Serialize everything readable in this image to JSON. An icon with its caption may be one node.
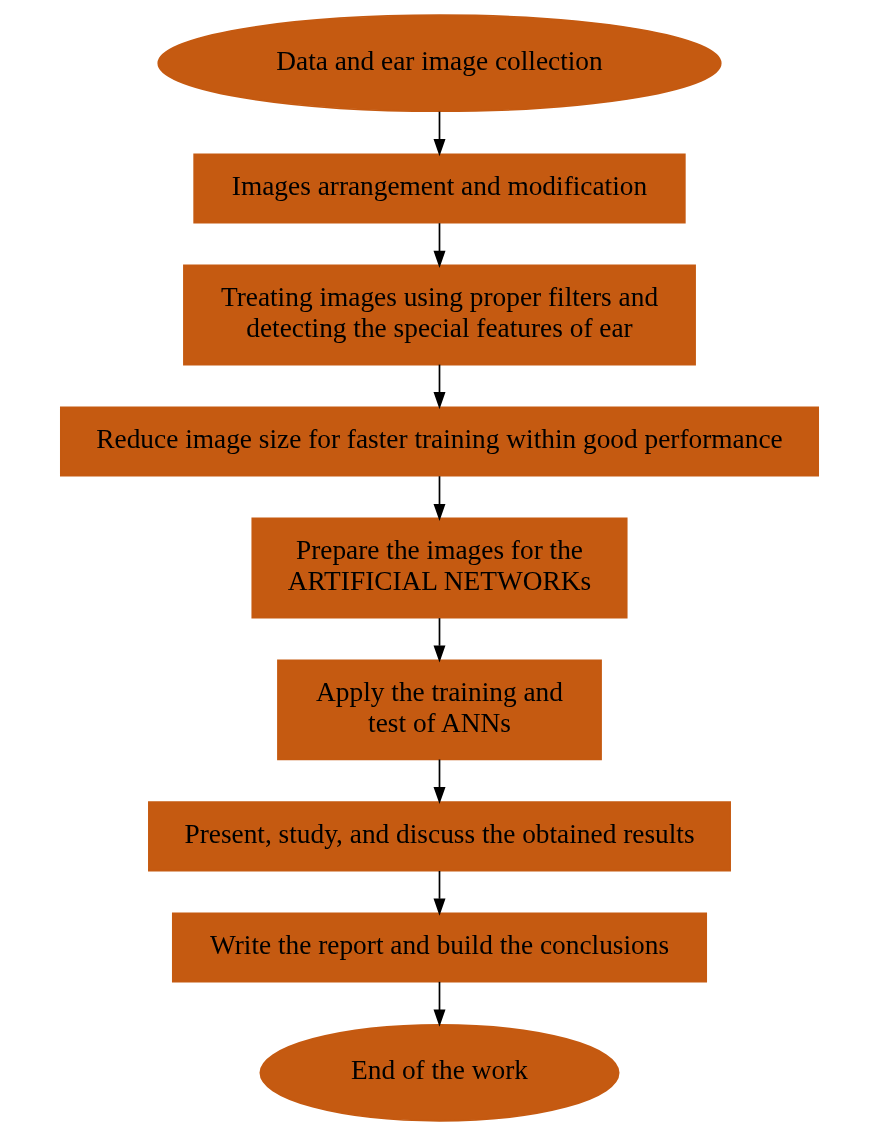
{
  "diagram": {
    "nodes": [
      {
        "text": [
          "Data and ear image collection"
        ]
      },
      {
        "text": [
          "Images arrangement and modification"
        ]
      },
      {
        "text": [
          "Treating images using proper filters and detecting the special features of ear"
        ]
      },
      {
        "text": [
          "Reduce image size for faster training within good performance"
        ]
      },
      {
        "text": [
          "Prepare the images for the ARTIFICIAL NETWORKs"
        ]
      },
      {
        "text": [
          "Apply the training and test of ANNs"
        ]
      },
      {
        "text": [
          "Present, study, and discuss the obtained results"
        ]
      },
      {
        "text": [
          "Write the report and build the conclusions"
        ]
      },
      {
        "text": [
          "End of the work"
        ]
      }
    ],
    "edges": [
      {
        "from": 0,
        "to": 1,
        "arrow": "to"
      },
      {
        "from": 1,
        "to": 2,
        "arrow": "to"
      },
      {
        "from": 2,
        "to": 3,
        "arrow": "to"
      },
      {
        "from": 3,
        "to": 4,
        "arrow": "to"
      },
      {
        "from": 4,
        "to": 5,
        "arrow": "to"
      },
      {
        "from": 5,
        "to": 6,
        "arrow": "to"
      },
      {
        "from": 6,
        "to": 7,
        "arrow": "to"
      },
      {
        "from": 7,
        "to": 8,
        "arrow": "to"
      }
    ]
  }
}
